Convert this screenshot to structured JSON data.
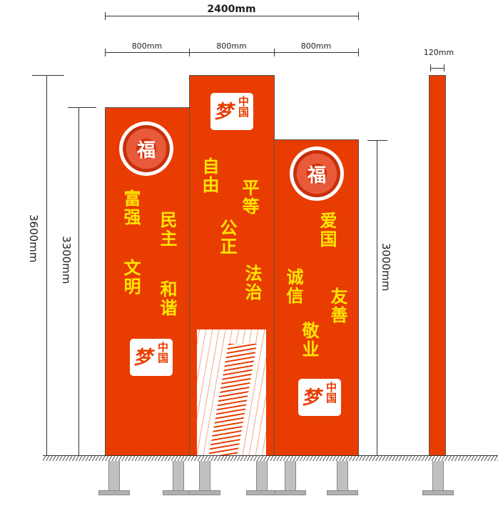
{
  "dimensions": {
    "total_width": "2400mm",
    "panel_width_1": "800mm",
    "panel_width_2": "800mm",
    "panel_width_3": "800mm",
    "pole_width": "120mm",
    "height_center": "3600mm",
    "height_left": "3300mm",
    "height_right": "3000mm"
  },
  "panel_left": {
    "emblem_char": "福",
    "words": [
      "富强",
      "民主",
      "文明",
      "和谐"
    ],
    "logo": {
      "meng": "梦",
      "zhongguo": "中国"
    }
  },
  "panel_center": {
    "logo": {
      "meng": "梦",
      "zhongguo": "中国"
    },
    "words": [
      "自由",
      "平等",
      "公正",
      "法治"
    ]
  },
  "panel_right": {
    "emblem_char": "福",
    "words": [
      "爱国",
      "诚信",
      "友善",
      "敬业"
    ],
    "logo": {
      "meng": "梦",
      "zhongguo": "中国"
    }
  },
  "colors": {
    "panel": "#e83c00",
    "text": "#ffe600"
  }
}
